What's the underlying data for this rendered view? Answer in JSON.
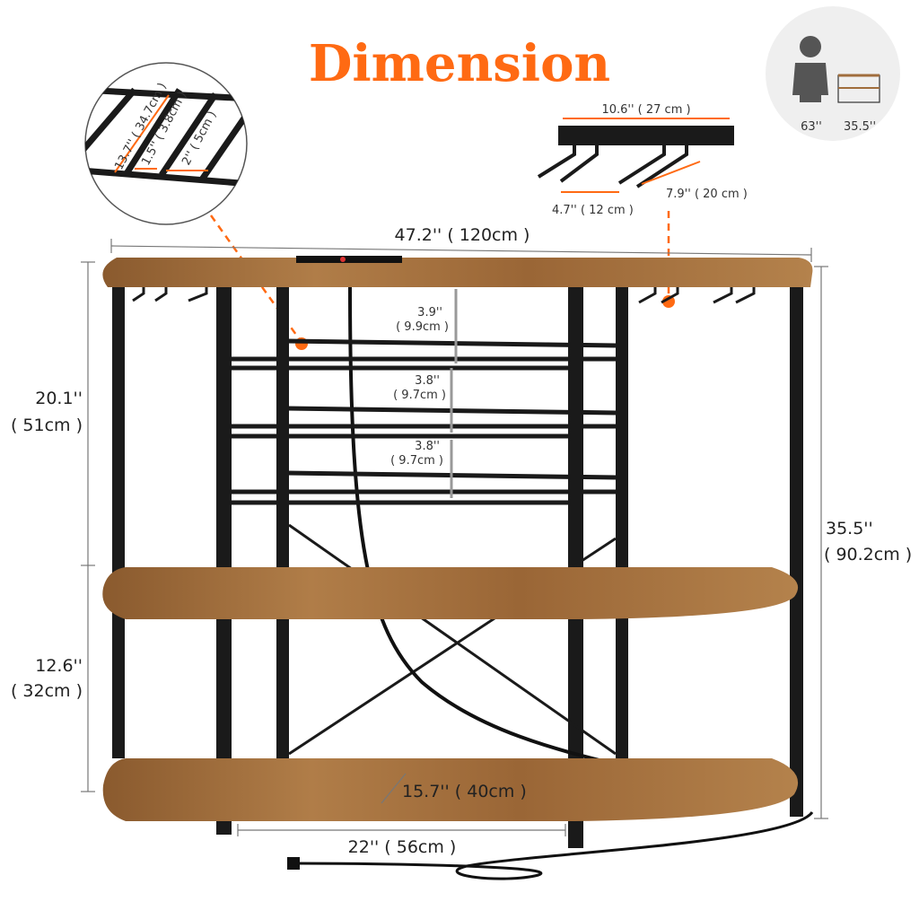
{
  "title": "Dimension",
  "colors": {
    "accent": "#ff6a13",
    "wood": "#a06d3c",
    "metal": "#1a1a1a"
  },
  "width": "47.2'' ( 120cm )",
  "upper_height": {
    "in": "20.1''",
    "cm": "( 51cm )"
  },
  "lower_height": {
    "in": "12.6''",
    "cm": "( 32cm )"
  },
  "total_height": {
    "in": "35.5''",
    "cm": "( 90.2cm )"
  },
  "rack_gaps": [
    {
      "in": "3.9''",
      "cm": "( 9.9cm )"
    },
    {
      "in": "3.8''",
      "cm": "( 9.7cm )"
    },
    {
      "in": "3.8''",
      "cm": "( 9.7cm )"
    }
  ],
  "depth": "15.7'' ( 40cm )",
  "inner_width": "22'' ( 56cm )",
  "rack_inset": {
    "length": "13.7'' ( 34.7cm )",
    "gap": "1.5'' ( 3.8cm )",
    "slot": "2'' ( 5cm )"
  },
  "glass_holder": {
    "length": "10.6'' ( 27 cm )",
    "hook_spacing": "4.7'' ( 12 cm )",
    "hook_length": "7.9'' ( 20 cm )"
  },
  "scale_compare": {
    "person": "63''",
    "product": "35.5''"
  }
}
